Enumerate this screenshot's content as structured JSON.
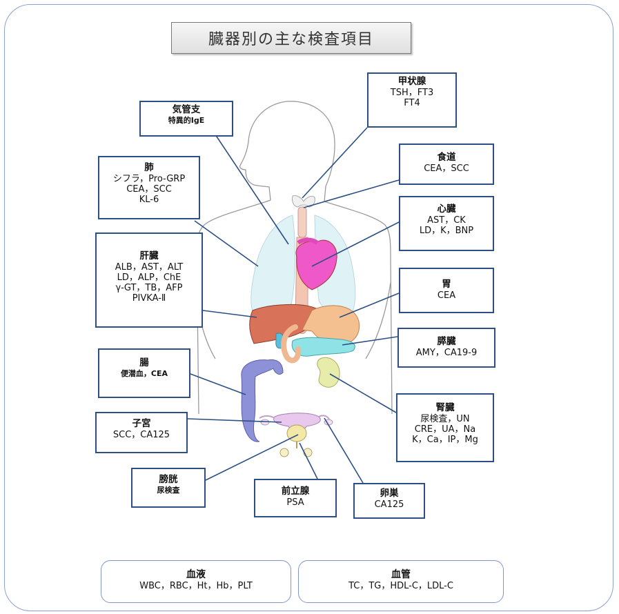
{
  "title": "臓器別の主な検査項目",
  "boxes": {
    "thyroid": {
      "name": "甲状腺",
      "line1": "TSH，FT3",
      "line2": "FT4"
    },
    "trachea": {
      "name": "気管支",
      "line1": "特異的IgE"
    },
    "esophagus": {
      "name": "食道",
      "line1": "CEA，SCC"
    },
    "lung": {
      "name": "肺",
      "line1": "シフラ，Pro-GRP",
      "line2": "CEA，SCC",
      "line3": "KL-6"
    },
    "heart": {
      "name": "心臓",
      "line1": "AST，CK",
      "line2": "LD，K，BNP"
    },
    "liver": {
      "name": "肝臓",
      "line1": "ALB，AST，ALT",
      "line2": "LD，ALP，ChE",
      "line3": "γ-GT，TB，AFP",
      "line4": "PIVKA-Ⅱ"
    },
    "stomach": {
      "name": "胃",
      "line1": "CEA"
    },
    "pancreas": {
      "name": "膵臓",
      "line1": "AMY，CA19-9"
    },
    "intestine": {
      "name": "腸",
      "line1": "便潜血，CEA"
    },
    "kidney": {
      "name": "腎臓",
      "line1": "尿検査，UN",
      "line2": "CRE，UA，Na",
      "line3": "K，Ca，IP，Mg"
    },
    "uterus": {
      "name": "子宮",
      "line1": "SCC，CA125"
    },
    "bladder": {
      "name": "膀胱",
      "line1": "尿検査"
    },
    "prostate": {
      "name": "前立腺",
      "line1": "PSA"
    },
    "ovary": {
      "name": "卵巣",
      "line1": "CA125"
    }
  },
  "bottom": {
    "blood": {
      "name": "血液",
      "line1": "WBC，RBC，Ht，Hb，PLT"
    },
    "vessel": {
      "name": "血管",
      "line1": "TC，TG，HDL-C，LDL-C"
    }
  },
  "colors": {
    "frame": "#8a9fd0",
    "box_border": "#2b4f84",
    "leader": "#2b4f84",
    "body_outline": "#9a9a9a",
    "lung": "#dff2f6",
    "heart": "#ee58c8",
    "liver": "#d8735a",
    "stomach": "#f4c090",
    "pancreas": "#8fe3e6",
    "kidney": "#e7ecaa",
    "intestine": "#8d92d8",
    "uterus": "#e8c8ec",
    "bladder": "#f3e8a8"
  }
}
